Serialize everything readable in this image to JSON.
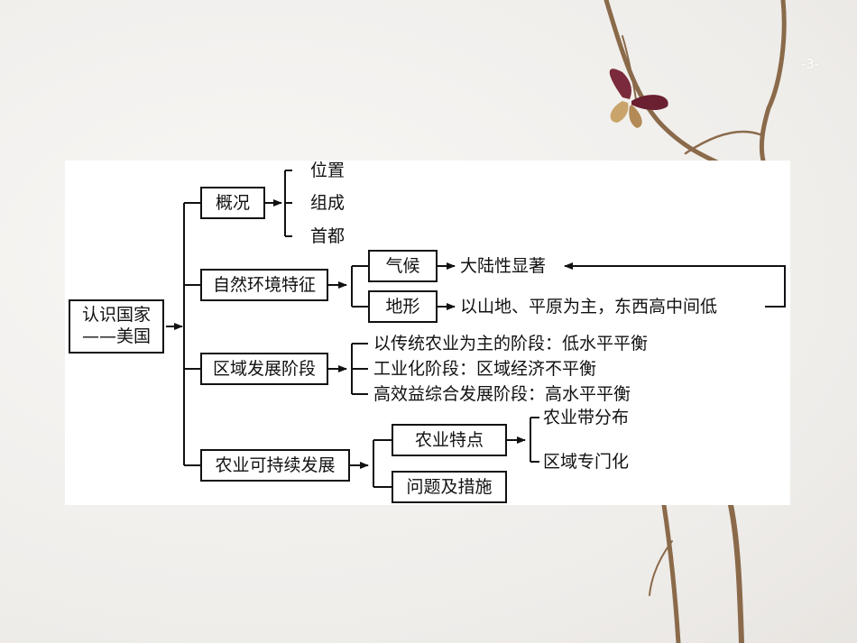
{
  "page_number": "-3-",
  "diagram": {
    "root": {
      "line1": "认识国家",
      "line2": "——美国"
    },
    "overview": {
      "label": "概况",
      "items": [
        "位置",
        "组成",
        "首都"
      ]
    },
    "natural": {
      "label": "自然环境特征",
      "climate": {
        "label": "气候",
        "result": "大陆性显著"
      },
      "terrain": {
        "label": "地形",
        "result": "以山地、平原为主，东西高中间低"
      }
    },
    "regional": {
      "label": "区域发展阶段",
      "items": [
        "以传统农业为主的阶段：低水平平衡",
        "工业化阶段：区域经济不平衡",
        "高效益综合发展阶段：高水平平衡"
      ]
    },
    "agriculture": {
      "label": "农业可持续发展",
      "features": {
        "label": "农业特点",
        "items": [
          "农业带分布",
          "区域专门化"
        ]
      },
      "problems": {
        "label": "问题及措施"
      }
    }
  },
  "colors": {
    "line": "#111111",
    "panel": "#ffffff",
    "background": "#f3f1ef"
  }
}
